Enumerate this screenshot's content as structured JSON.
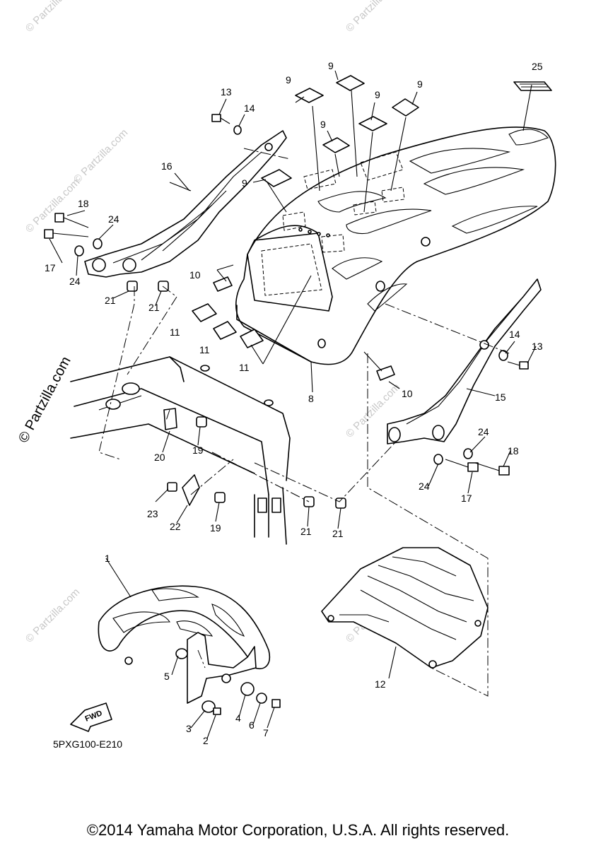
{
  "watermark": {
    "text": "© Partzilla.com",
    "main_text": "© Partzilla.com"
  },
  "diagram_code": "5PXG100-E210",
  "fwd_label": "FWD",
  "copyright": "©2014 Yamaha Motor Corporation, U.S.A. All rights reserved.",
  "callouts": {
    "c1": "1",
    "c2": "2",
    "c3": "3",
    "c4": "4",
    "c5": "5",
    "c6": "6",
    "c7": "7",
    "c8": "8",
    "c9a": "9",
    "c9b": "9",
    "c9c": "9",
    "c9d": "9",
    "c9e": "9",
    "c9f": "9",
    "c10a": "10",
    "c10b": "10",
    "c11a": "11",
    "c11b": "11",
    "c11c": "11",
    "c12": "12",
    "c13a": "13",
    "c13b": "13",
    "c14a": "14",
    "c14b": "14",
    "c15": "15",
    "c16": "16",
    "c17a": "17",
    "c17b": "17",
    "c18a": "18",
    "c18b": "18",
    "c19a": "19",
    "c19b": "19",
    "c20": "20",
    "c21a": "21",
    "c21b": "21",
    "c21c": "21",
    "c21d": "21",
    "c22": "22",
    "c23": "23",
    "c24a": "24",
    "c24b": "24",
    "c24c": "24",
    "c24d": "24",
    "c25": "25"
  }
}
